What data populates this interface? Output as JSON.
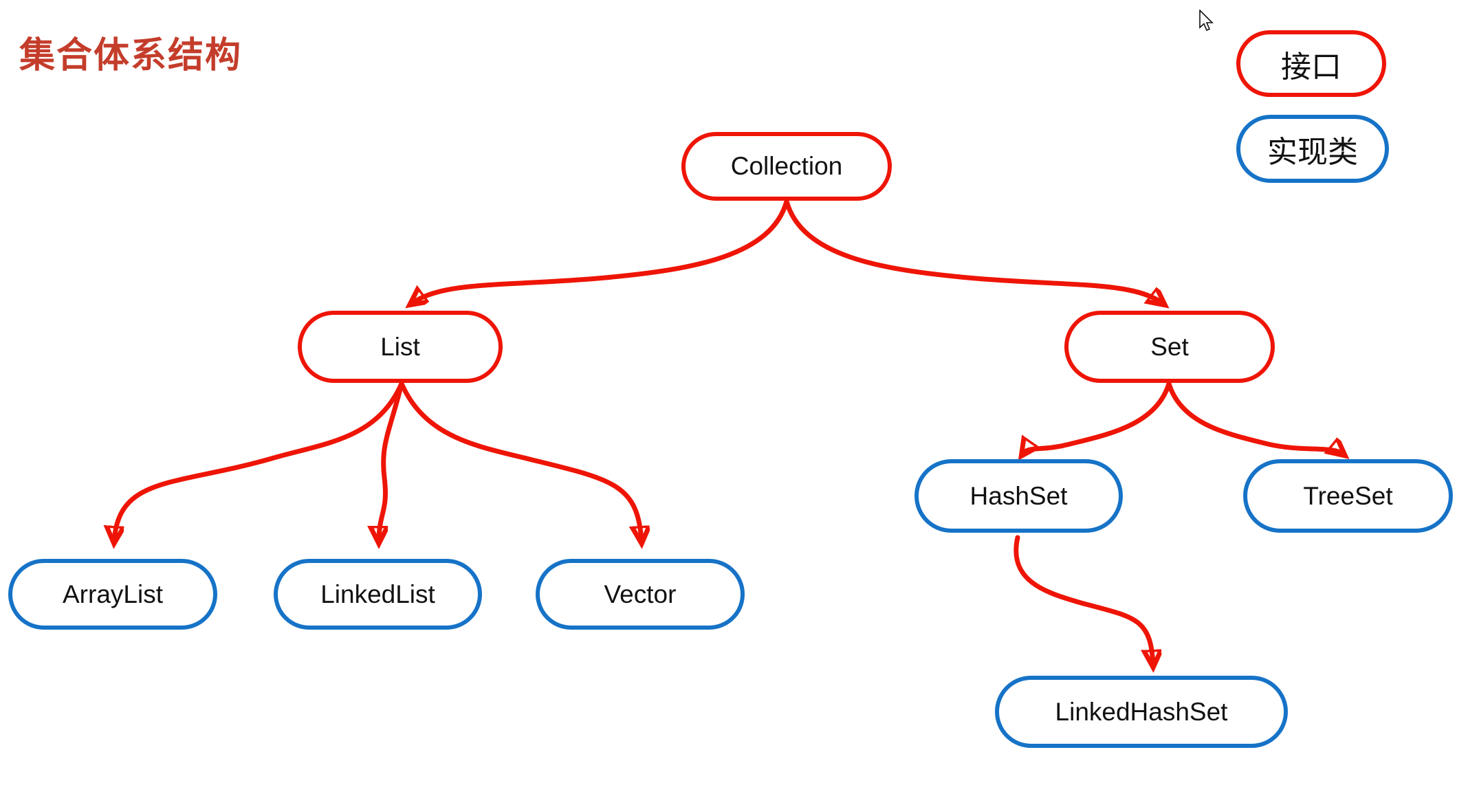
{
  "title": "集合体系结构",
  "colors": {
    "red": "#ee1506",
    "blue": "#1673c7",
    "title": "#c43d2b",
    "text": "#111111"
  },
  "legend": {
    "interface": {
      "label": "接口",
      "style": "red-border"
    },
    "impl": {
      "label": "实现类",
      "style": "blue-border"
    }
  },
  "nodes": {
    "collection": {
      "label": "Collection",
      "type": "interface"
    },
    "list": {
      "label": "List",
      "type": "interface"
    },
    "set": {
      "label": "Set",
      "type": "interface"
    },
    "arraylist": {
      "label": "ArrayList",
      "type": "implementation"
    },
    "linkedlist": {
      "label": "LinkedList",
      "type": "implementation"
    },
    "vector": {
      "label": "Vector",
      "type": "implementation"
    },
    "hashset": {
      "label": "HashSet",
      "type": "implementation"
    },
    "treeset": {
      "label": "TreeSet",
      "type": "implementation"
    },
    "linkedhashset": {
      "label": "LinkedHashSet",
      "type": "implementation"
    }
  },
  "edges": [
    {
      "from": "Collection",
      "to": "List"
    },
    {
      "from": "Collection",
      "to": "Set"
    },
    {
      "from": "List",
      "to": "ArrayList"
    },
    {
      "from": "List",
      "to": "LinkedList"
    },
    {
      "from": "List",
      "to": "Vector"
    },
    {
      "from": "Set",
      "to": "HashSet"
    },
    {
      "from": "Set",
      "to": "TreeSet"
    },
    {
      "from": "HashSet",
      "to": "LinkedHashSet"
    }
  ]
}
